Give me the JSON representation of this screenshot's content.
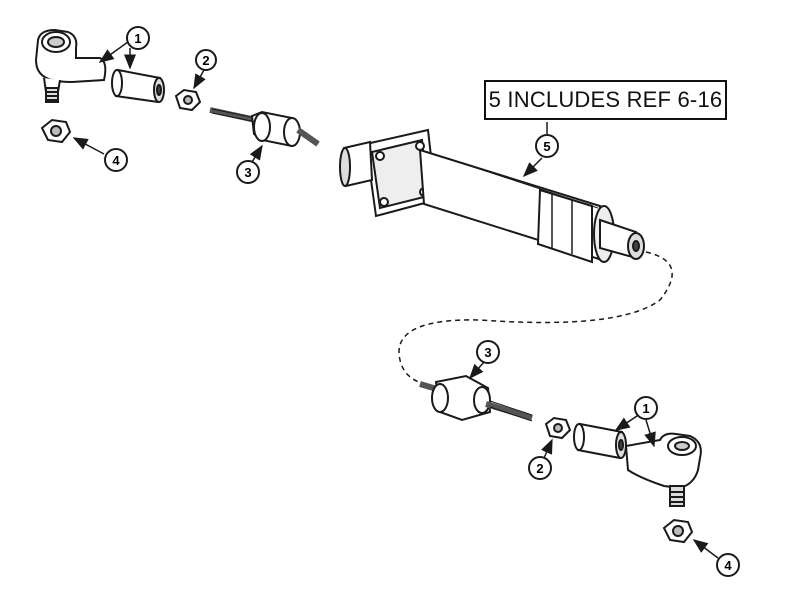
{
  "diagram": {
    "note": "5 INCLUDES REF 6-16",
    "callouts": [
      {
        "id": "c1-top",
        "number": "1"
      },
      {
        "id": "c2-top",
        "number": "2"
      },
      {
        "id": "c3-top",
        "number": "3"
      },
      {
        "id": "c4-top",
        "number": "4"
      },
      {
        "id": "c5",
        "number": "5"
      },
      {
        "id": "c3-bottom",
        "number": "3"
      },
      {
        "id": "c1-bottom",
        "number": "1"
      },
      {
        "id": "c2-bottom",
        "number": "2"
      },
      {
        "id": "c4-bottom",
        "number": "4"
      }
    ],
    "colors": {
      "line": "#1a1a1a",
      "fill": "#ffffff",
      "shade": "#d0d0d0"
    }
  }
}
